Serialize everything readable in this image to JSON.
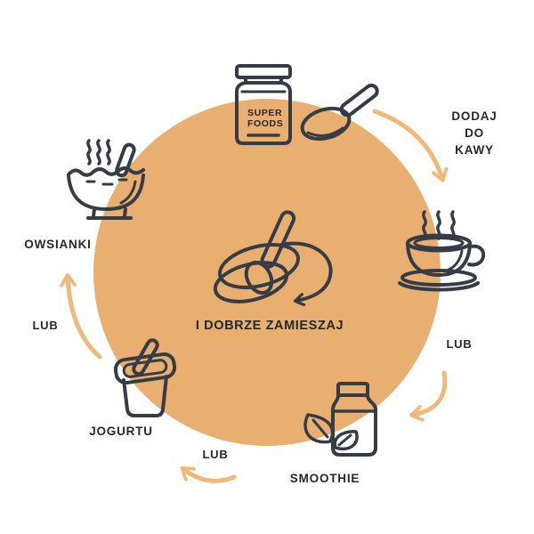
{
  "colors": {
    "circle": "#E8AF70",
    "arrow": "#EFB97B",
    "ink": "#363C45",
    "text": "#26282B",
    "background": "#FFFFFF"
  },
  "jar": {
    "label": "SUPER\nFOODS",
    "icon": "superfoods-jar-icon"
  },
  "top": {
    "icon": "spoon-icon"
  },
  "center": {
    "caption": "I DOBRZE ZAMIESZAJ",
    "icon": "stir-bowl-icon"
  },
  "steps": [
    {
      "label": "DODAJ\nDO KAWY",
      "icon": "coffee-cup-icon"
    },
    {
      "label": "LUB"
    },
    {
      "label": "SMOOTHIE",
      "icon": "smoothie-bottle-icon"
    },
    {
      "label": "LUB"
    },
    {
      "label": "JOGURTU",
      "icon": "yogurt-cup-icon"
    },
    {
      "label": "LUB"
    },
    {
      "label": "OWSIANKI",
      "icon": "oatmeal-bowl-icon"
    }
  ],
  "arrows": [
    "arrow-jar-to-coffee",
    "arrow-coffee-to-smoothie",
    "arrow-smoothie-to-yogurt",
    "arrow-yogurt-to-oatmeal"
  ]
}
